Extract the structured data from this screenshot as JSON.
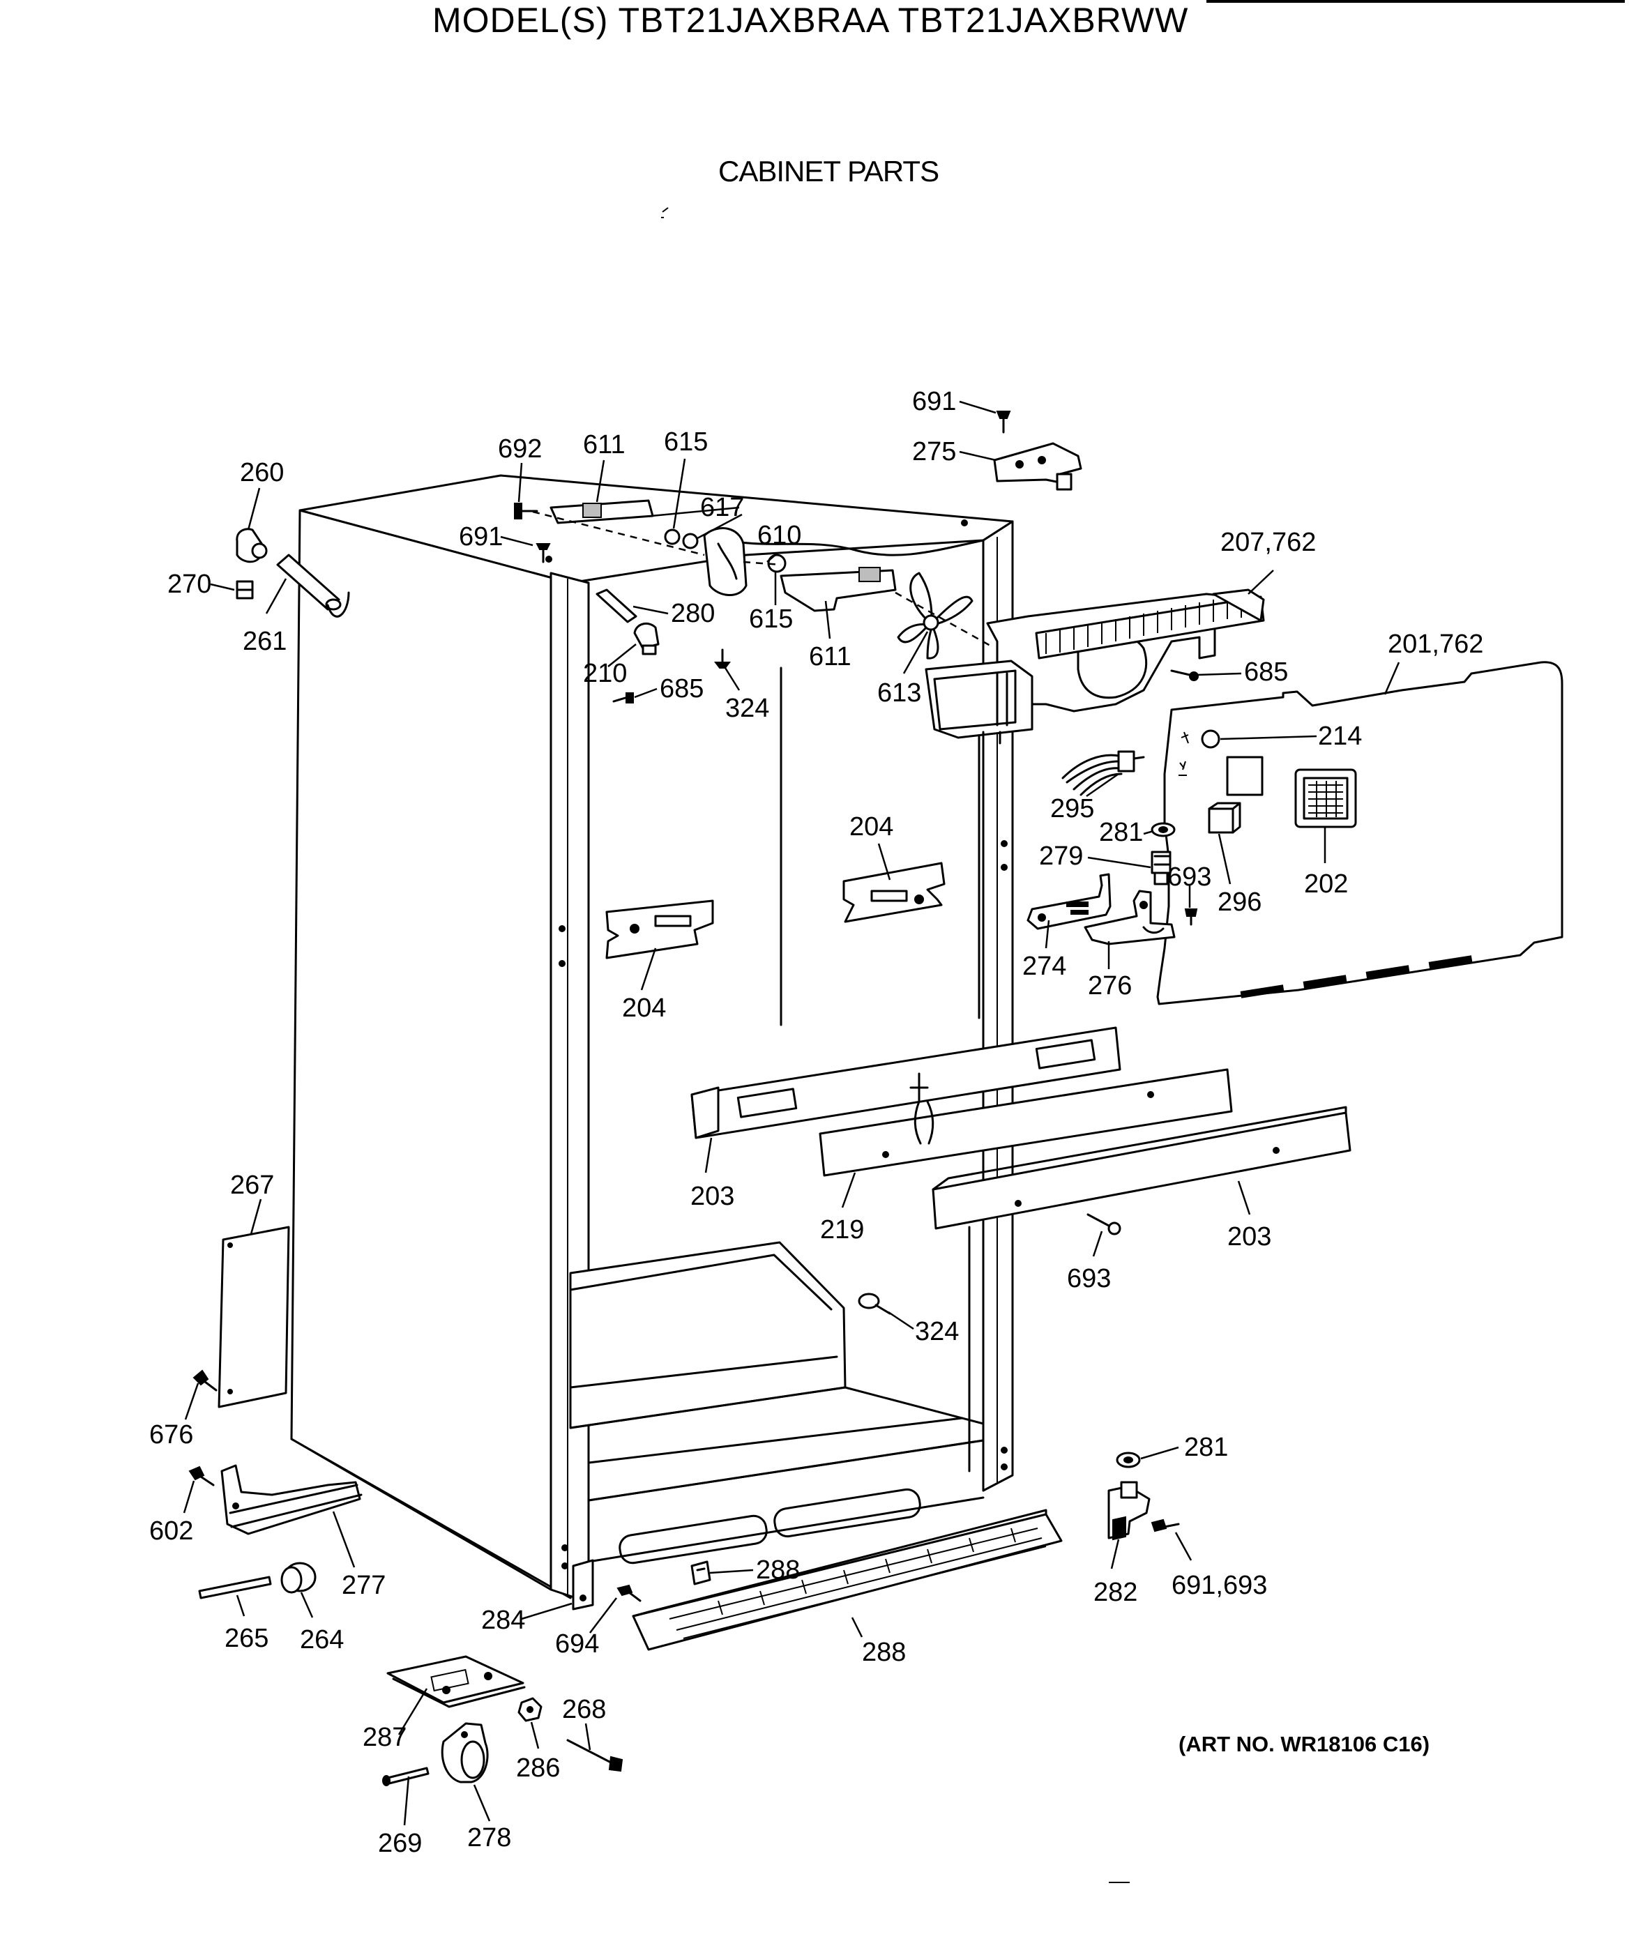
{
  "header": {
    "title": "MODEL(S) TBT21JAXBRAA  TBT21JAXBRWW",
    "subtitle": "CABINET PARTS"
  },
  "footer": {
    "art_number": "(ART NO. WR18106 C16)"
  },
  "callouts": [
    {
      "id": "c691a",
      "label": "691"
    },
    {
      "id": "c275",
      "label": "275"
    },
    {
      "id": "c692",
      "label": "692"
    },
    {
      "id": "c611a",
      "label": "611"
    },
    {
      "id": "c615a",
      "label": "615"
    },
    {
      "id": "c617",
      "label": "617"
    },
    {
      "id": "c260",
      "label": "260"
    },
    {
      "id": "c691b",
      "label": "691"
    },
    {
      "id": "c610",
      "label": "610"
    },
    {
      "id": "c207",
      "label": "207,762"
    },
    {
      "id": "c270",
      "label": "270"
    },
    {
      "id": "c615b",
      "label": "615"
    },
    {
      "id": "c280",
      "label": "280"
    },
    {
      "id": "c261",
      "label": "261"
    },
    {
      "id": "c611b",
      "label": "611"
    },
    {
      "id": "c201",
      "label": "201,762"
    },
    {
      "id": "c685a",
      "label": "685"
    },
    {
      "id": "c210",
      "label": "210"
    },
    {
      "id": "c685b",
      "label": "685"
    },
    {
      "id": "c613",
      "label": "613"
    },
    {
      "id": "c324a",
      "label": "324"
    },
    {
      "id": "c214",
      "label": "214"
    },
    {
      "id": "c295",
      "label": "295"
    },
    {
      "id": "c204a",
      "label": "204"
    },
    {
      "id": "c281a",
      "label": "281"
    },
    {
      "id": "c279",
      "label": "279"
    },
    {
      "id": "c693a",
      "label": "693"
    },
    {
      "id": "c202",
      "label": "202"
    },
    {
      "id": "c296",
      "label": "296"
    },
    {
      "id": "c274",
      "label": "274"
    },
    {
      "id": "c276",
      "label": "276"
    },
    {
      "id": "c204b",
      "label": "204"
    },
    {
      "id": "c267",
      "label": "267"
    },
    {
      "id": "c203a",
      "label": "203"
    },
    {
      "id": "c219",
      "label": "219"
    },
    {
      "id": "c203b",
      "label": "203"
    },
    {
      "id": "c693b",
      "label": "693"
    },
    {
      "id": "c324b",
      "label": "324"
    },
    {
      "id": "c676",
      "label": "676"
    },
    {
      "id": "c281b",
      "label": "281"
    },
    {
      "id": "c602",
      "label": "602"
    },
    {
      "id": "c288a",
      "label": "288"
    },
    {
      "id": "c277",
      "label": "277"
    },
    {
      "id": "c691c",
      "label": "691,693"
    },
    {
      "id": "c282",
      "label": "282"
    },
    {
      "id": "c284",
      "label": "284"
    },
    {
      "id": "c265",
      "label": "265"
    },
    {
      "id": "c264",
      "label": "264"
    },
    {
      "id": "c694",
      "label": "694"
    },
    {
      "id": "c288b",
      "label": "288"
    },
    {
      "id": "c268",
      "label": "268"
    },
    {
      "id": "c287",
      "label": "287"
    },
    {
      "id": "c286",
      "label": "286"
    },
    {
      "id": "c269",
      "label": "269"
    },
    {
      "id": "c278",
      "label": "278"
    }
  ]
}
